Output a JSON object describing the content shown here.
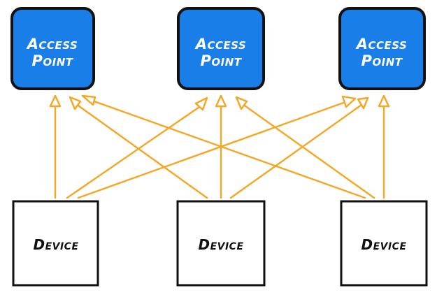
{
  "access_points": [
    {
      "label_line1": "Access",
      "label_line2": "Point"
    },
    {
      "label_line1": "Access",
      "label_line2": "Point"
    },
    {
      "label_line1": "Access",
      "label_line2": "Point"
    }
  ],
  "devices": [
    {
      "label": "Device"
    },
    {
      "label": "Device"
    },
    {
      "label": "Device"
    }
  ],
  "colors": {
    "access_point_fill": "#1a7ee8",
    "box_stroke": "#111111",
    "device_fill": "#ffffff",
    "arrow": "#f5a623"
  }
}
